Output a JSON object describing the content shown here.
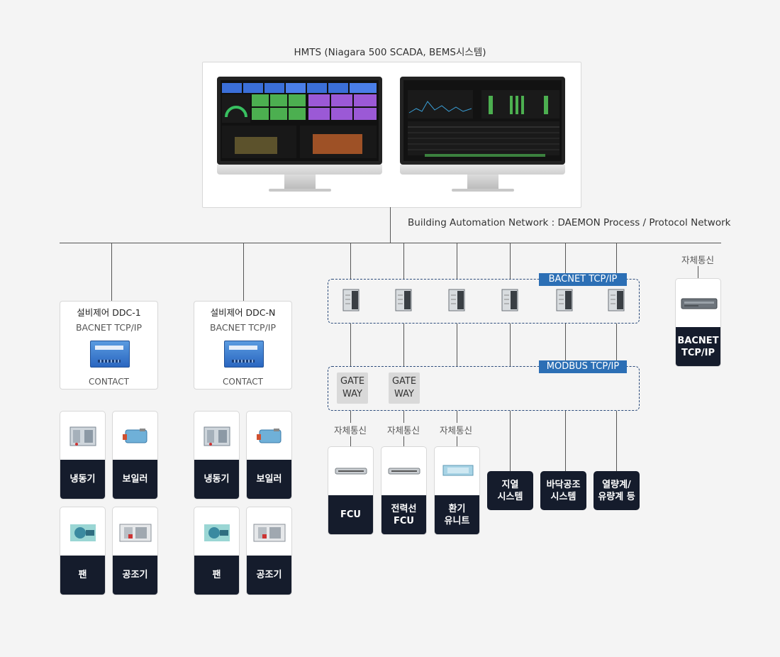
{
  "header": {
    "title": "HMTS (Niagara 500 SCADA, BEMS시스템)"
  },
  "network": {
    "label": "Building Automation Network : DAEMON Process / Protocol Network"
  },
  "ddc": [
    {
      "title": "설비제어 DDC-1",
      "protocol": "BACNET TCP/IP",
      "contact": "CONTACT"
    },
    {
      "title": "설비제어 DDC-N",
      "protocol": "BACNET TCP/IP",
      "contact": "CONTACT"
    }
  ],
  "equipment": {
    "chiller": "냉동기",
    "boiler": "보일러",
    "fan": "팬",
    "ahu": "공조기"
  },
  "protocols": {
    "bacnet": "BACNET TCP/IP",
    "modbus": "MODBUS TCP/IP"
  },
  "gateway": {
    "line1": "GATE",
    "line2": "WAY"
  },
  "self_comm": "자체통신",
  "field": {
    "fcu": "FCU",
    "power_fcu_1": "전력선",
    "power_fcu_2": "FCU",
    "vent_1": "환기",
    "vent_2": "유니트",
    "geo_1": "지열",
    "geo_2": "시스템",
    "floor_1": "바닥공조",
    "floor_2": "시스템",
    "meter_1": "열량계/",
    "meter_2": "유량계 등"
  },
  "right_unit": {
    "line1": "BACNET",
    "line2": "TCP/IP"
  }
}
